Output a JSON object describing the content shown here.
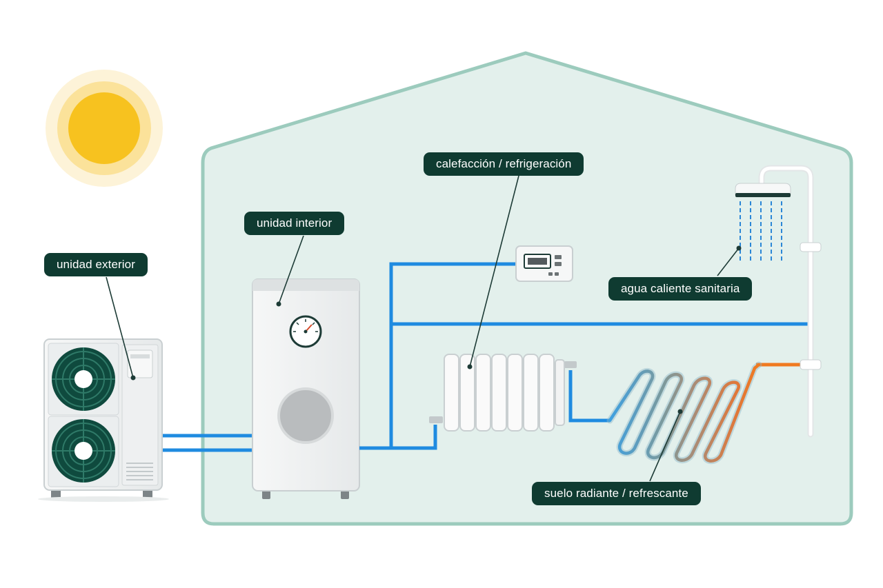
{
  "labels": {
    "unidad_exterior": "unidad exterior",
    "unidad_interior": "unidad interior",
    "calefaccion": "calefacción / refrigeración",
    "agua_caliente": "agua caliente sanitaria",
    "suelo_radiante": "suelo radiante / refrescante"
  },
  "colors": {
    "house_fill": "#e3f0ec",
    "house_stroke": "#9ccbbd",
    "pipe": "#1f8be0",
    "callout_bg": "#0f3b31",
    "sun_core": "#f7c21f",
    "fan_green": "#0f4a3e",
    "floor_loop_gradient": [
      "#3fa0e0",
      "#7a9a9e",
      "#b08a70",
      "#e0783a",
      "#f07a20"
    ]
  },
  "icons": [
    "sun-icon",
    "outdoor-unit-icon",
    "indoor-unit-icon",
    "pressure-gauge-icon",
    "thermostat-icon",
    "radiator-icon",
    "underfloor-heating-icon",
    "shower-icon"
  ]
}
